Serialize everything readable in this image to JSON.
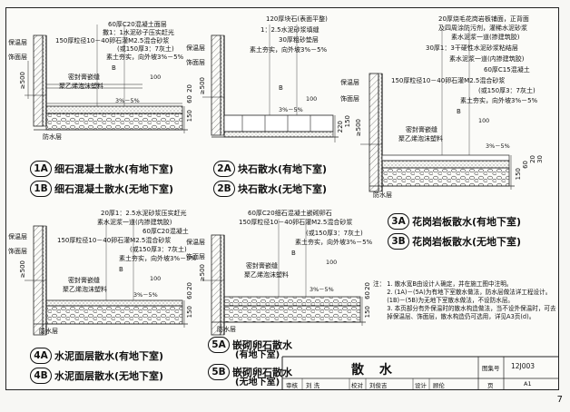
{
  "page_number": "7",
  "colors": {
    "line": "#222222",
    "hatch": "#555555",
    "paper": "#fbfbf8"
  },
  "detail1": {
    "layers": [
      "60厚C20混凝土面层",
      "撒1：1水泥砂子压实赶光",
      "150厚粒径10－40卵石灌M2.5混合砂浆",
      "(或150厚3：7灰土)",
      "素土夯实，向外坡3%－5%"
    ],
    "labels": [
      "保温层",
      "饰面层",
      "密封膏嵌缝",
      "聚乙烯泡沫塑料",
      "防水层",
      "B",
      "3%－5%"
    ],
    "dims": [
      "≥500",
      "100",
      "150",
      "60",
      "20"
    ],
    "captions": [
      {
        "badge": "1A",
        "text": "细石混凝土散水(有地下室)"
      },
      {
        "badge": "1B",
        "text": "细石混凝土散水(无地下室)"
      }
    ]
  },
  "detail2": {
    "layers": [
      "120厚块石(表面平整)",
      "1：2.5水泥砂浆填缝",
      "30厚粗砂垫层",
      "素土夯实，向外坡3%－5%"
    ],
    "labels": [
      "保温层",
      "饰面层",
      "B",
      "3%－5%"
    ],
    "dims": [
      "≥500",
      "100",
      "220",
      "150"
    ],
    "captions": [
      {
        "badge": "2A",
        "text": "块石散水(有地下室)"
      },
      {
        "badge": "2B",
        "text": "块石散水(无地下室)"
      }
    ]
  },
  "detail3": {
    "layers": [
      "20厚烧毛花岗岩板铺面，正背面",
      "及四周涂防污剂，灌稀水泥砂浆",
      "素水泥浆一道(掺建筑胶)",
      "30厚1：3干硬性水泥砂浆粘结层",
      "素水泥浆一道(内掺建筑胶)",
      "60厚C15混凝土",
      "150厚粒径10－40卵石灌M2.5混合砂浆",
      "(或150厚3：7灰土)",
      "素土夯实，向外坡3%－5%"
    ],
    "labels": [
      "保温层",
      "饰面层",
      "密封膏嵌缝",
      "聚乙烯泡沫塑料",
      "防水层",
      "B",
      "3%－5%"
    ],
    "dims": [
      "≥500",
      "100",
      "150",
      "60",
      "20",
      "30"
    ],
    "captions": [
      {
        "badge": "3A",
        "text": "花岗岩板散水(有地下室)"
      },
      {
        "badge": "3B",
        "text": "花岗岩板散水(无地下室)"
      }
    ]
  },
  "detail4": {
    "layers": [
      "20厚1：2.5水泥砂浆压实赶光",
      "素水泥浆一道(内掺建筑胶)",
      "60厚C20混凝土",
      "150厚粒径10－40卵石灌M2.5混合砂浆",
      "(或150厚3：7灰土)",
      "素土夯实，向外坡3%－5%"
    ],
    "labels": [
      "保温层",
      "饰面层",
      "密封膏嵌缝",
      "聚乙烯泡沫塑料",
      "防水层",
      "B",
      "3%－5%"
    ],
    "dims": [
      "≥500",
      "100",
      "150",
      "60",
      "20"
    ],
    "captions": [
      {
        "badge": "4A",
        "text": "水泥面层散水(有地下室)"
      },
      {
        "badge": "4B",
        "text": "水泥面层散水(无地下室)"
      }
    ]
  },
  "detail5": {
    "layers": [
      "60厚C20细石混凝土嵌砌卵石",
      "150厚粒径10－40卵石灌M2.5混合砂浆",
      "(或150厚3：7灰土)",
      "素土夯实，向外坡3%－5%"
    ],
    "labels": [
      "保温层",
      "饰面层",
      "密封膏嵌缝",
      "聚乙烯泡沫塑料",
      "防水层",
      "B",
      "3%－5%"
    ],
    "dims": [
      "≥500",
      "100",
      "150",
      "60",
      "20"
    ],
    "captions": [
      {
        "badge": "5A",
        "text": "嵌砌卵石散水",
        "sub": "(有地下室)"
      },
      {
        "badge": "5B",
        "text": "嵌砌卵石散水",
        "sub": "(无地下室)"
      }
    ]
  },
  "notes": {
    "prefix": "注：",
    "items": [
      "1. 散水宽B由设计人确定，并在施工图中注明。",
      "2. (1A)－(5A)为有地下室散水做法，防水层做法详工程设计。(1B)－(5B)为无地下室散水做法，不设防水层。",
      "3. 本页部分有外保温时的散水构造做法，当不设外保温时，可去掉保温层、饰面层，散水构造仍可选用，详见A3页(d)。"
    ]
  },
  "title_block": {
    "title": "散  水",
    "atlas_label": "图集号",
    "atlas_no": "12J003",
    "row": [
      "审核",
      "刘  洗",
      "",
      "校对",
      "刘俊吉",
      "",
      "设计",
      "顾伦",
      "",
      "页",
      "A1"
    ]
  }
}
